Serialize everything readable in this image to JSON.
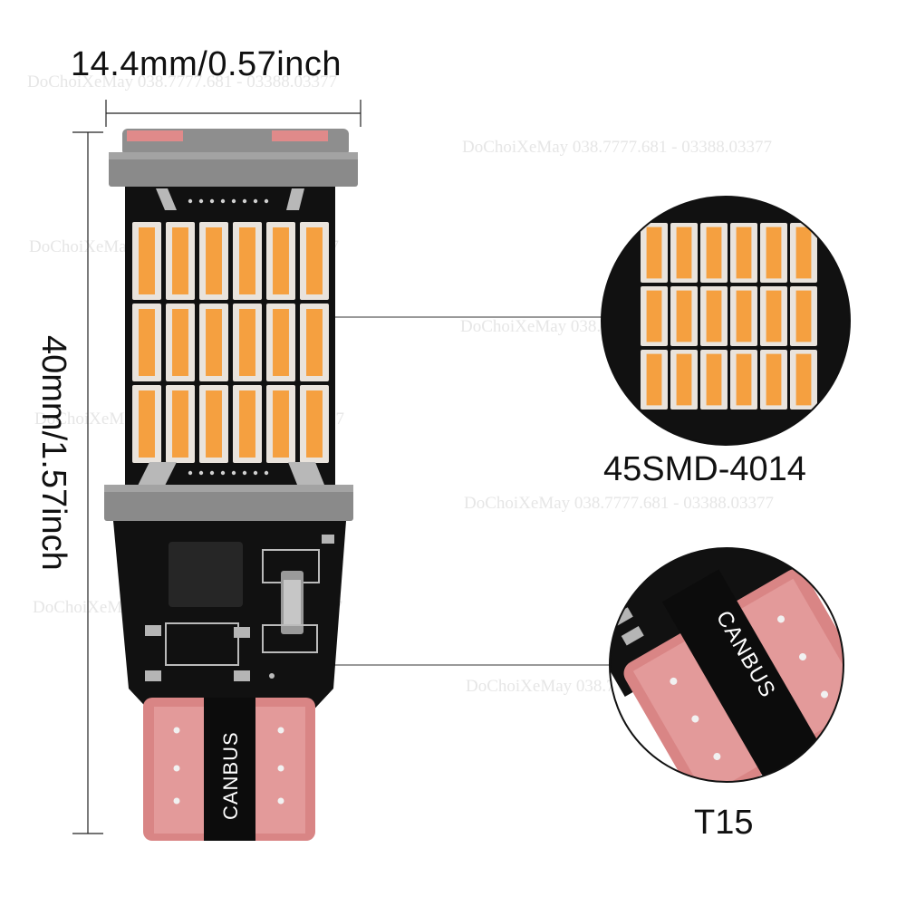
{
  "dimensions": {
    "width": "14.4mm/0.57inch",
    "height": "40mm/1.57inch"
  },
  "callouts": {
    "smd": "45SMD-4014",
    "base": "T15"
  },
  "base_text": "CANBUS",
  "watermarks": [
    "DoChoiXeMay 038.7777.681 - 03388.03377",
    "DoChoiXeMay 038.7777.681 - 03388.03377",
    "DoChoiXeMay 038.7777.681 - 03388.03377",
    "DoChoiXeMay 038.7777.681 - 03388.03377",
    "DoChoiXeMay 038.7777.681 - 03388.03377",
    "DoChoiXeMay 038.7777.681 - 03388.03377",
    "DoChoiXeMay 038.7777.681 - 03388.03377",
    "DoChoiXeMay 038.7777.681 - 03388.03377"
  ],
  "colors": {
    "led": "#f5a040",
    "led_frame": "#e9e3dc",
    "pcb": "#111111",
    "base": "#d77e7e",
    "band": "#8c8c8c"
  }
}
